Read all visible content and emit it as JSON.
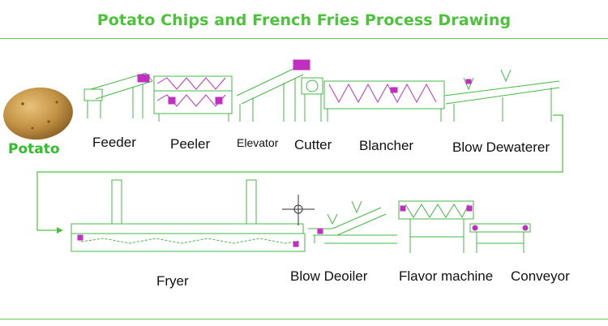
{
  "title": "Potato Chips and French Fries Process Drawing",
  "raw_material": "Potato",
  "machines": {
    "feeder": "Feeder",
    "peeler": "Peeler",
    "elevator": "Elevator",
    "cutter": "Cutter",
    "blancher": "Blancher",
    "blow_dewaterer": "Blow Dewaterer",
    "fryer": "Fryer",
    "blow_deoiler": "Blow Deoiler",
    "flavor_machine": "Flavor machine",
    "conveyor": "Conveyor"
  },
  "colors": {
    "title": "#4cc33a",
    "rule": "#61cf4c",
    "machine_line": "#45b845",
    "accent_motor": "#c02fc0",
    "flow_arrow": "#4cc33a",
    "potato": "#b98a3e"
  }
}
